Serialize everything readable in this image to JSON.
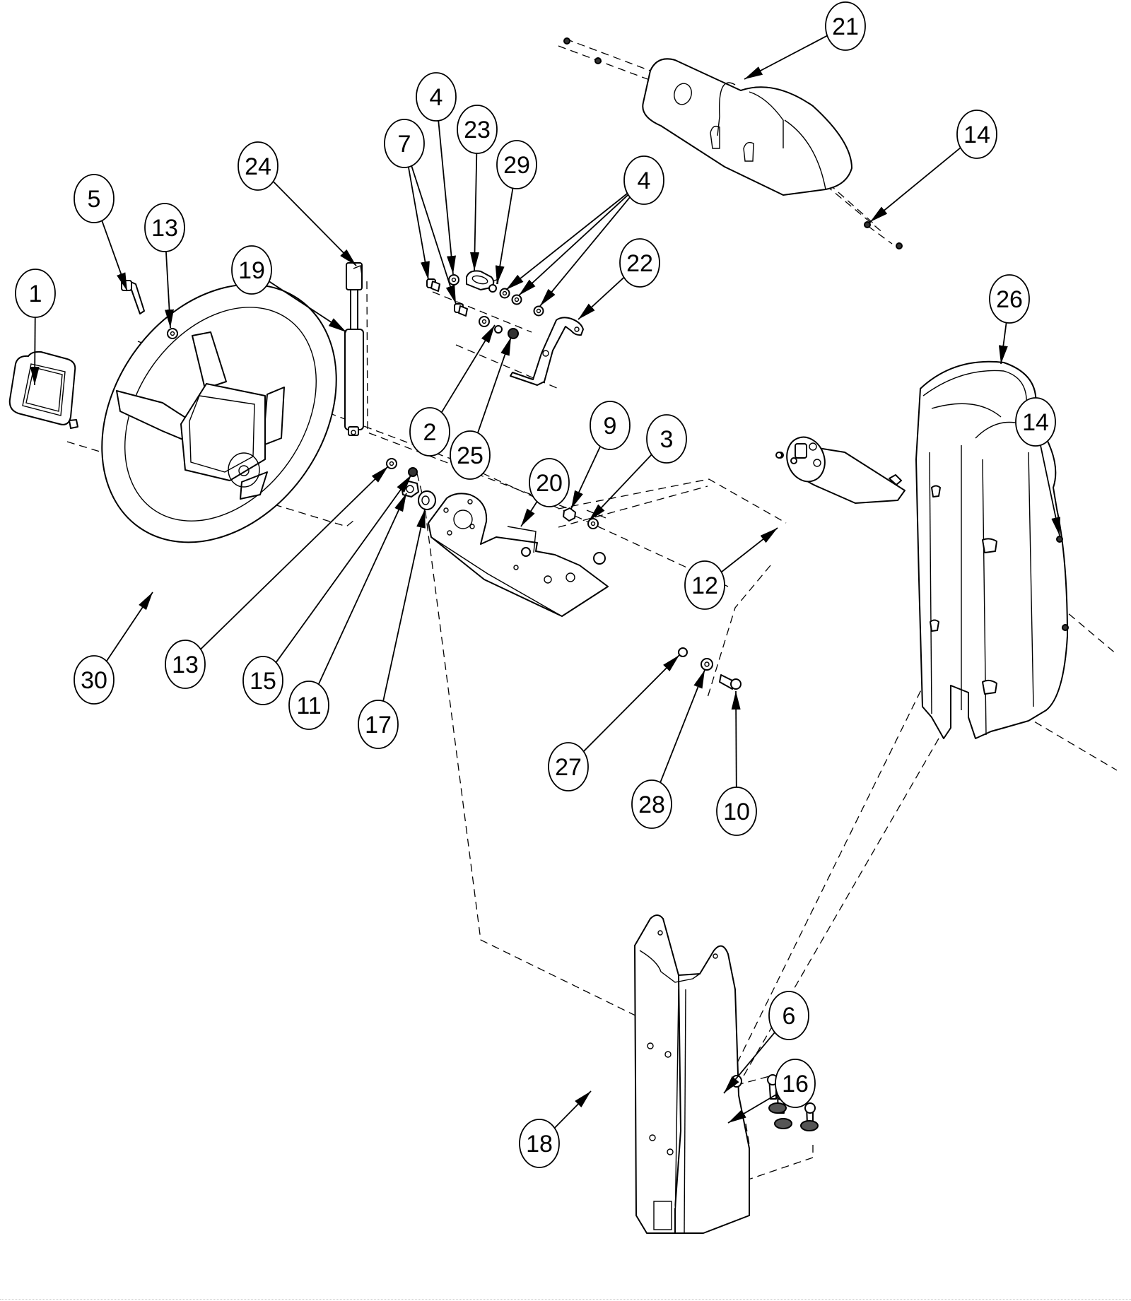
{
  "drawing": {
    "title": "Steering column assembly — exploded view",
    "colors": {
      "ink": "#000000",
      "paper": "#ffffff"
    },
    "callouts": [
      {
        "id": "c1",
        "label": "1",
        "part": "horn-button"
      },
      {
        "id": "c5",
        "label": "5",
        "part": "bolt"
      },
      {
        "id": "c13a",
        "label": "13",
        "part": "washer"
      },
      {
        "id": "c19",
        "label": "19",
        "part": "gas-spring"
      },
      {
        "id": "c24",
        "label": "24",
        "part": "gas-spring-clevis"
      },
      {
        "id": "c7",
        "label": "7",
        "part": "bolt"
      },
      {
        "id": "c4a",
        "label": "4",
        "part": "washer"
      },
      {
        "id": "c23",
        "label": "23",
        "part": "slotted-link"
      },
      {
        "id": "c29",
        "label": "29",
        "part": "spacer"
      },
      {
        "id": "c4b",
        "label": "4",
        "part": "washer"
      },
      {
        "id": "c22",
        "label": "22",
        "part": "tilt-lever"
      },
      {
        "id": "c2",
        "label": "2",
        "part": "bushing"
      },
      {
        "id": "c25",
        "label": "25",
        "part": "lock-nut"
      },
      {
        "id": "c9",
        "label": "9",
        "part": "nut"
      },
      {
        "id": "c3",
        "label": "3",
        "part": "washer"
      },
      {
        "id": "c20",
        "label": "20",
        "part": "tilt-bracket"
      },
      {
        "id": "c12",
        "label": "12",
        "part": "bolt"
      },
      {
        "id": "c26",
        "label": "26",
        "part": "column-cover"
      },
      {
        "id": "c14a",
        "label": "14",
        "part": "screw"
      },
      {
        "id": "c21",
        "label": "21",
        "part": "upper-shroud"
      },
      {
        "id": "c14b",
        "label": "14",
        "part": "screw"
      },
      {
        "id": "c30",
        "label": "30",
        "part": "steering-wheel"
      },
      {
        "id": "c13b",
        "label": "13",
        "part": "washer"
      },
      {
        "id": "c15",
        "label": "15",
        "part": "nut"
      },
      {
        "id": "c11",
        "label": "11",
        "part": "hex-nut"
      },
      {
        "id": "c17",
        "label": "17",
        "part": "flat-washer"
      },
      {
        "id": "c27",
        "label": "27",
        "part": "bushing"
      },
      {
        "id": "c28",
        "label": "28",
        "part": "washer"
      },
      {
        "id": "c10",
        "label": "10",
        "part": "bolt"
      },
      {
        "id": "c18",
        "label": "18",
        "part": "column-post"
      },
      {
        "id": "c6",
        "label": "6",
        "part": "bolt"
      },
      {
        "id": "c16",
        "label": "16",
        "part": "washer"
      }
    ]
  }
}
